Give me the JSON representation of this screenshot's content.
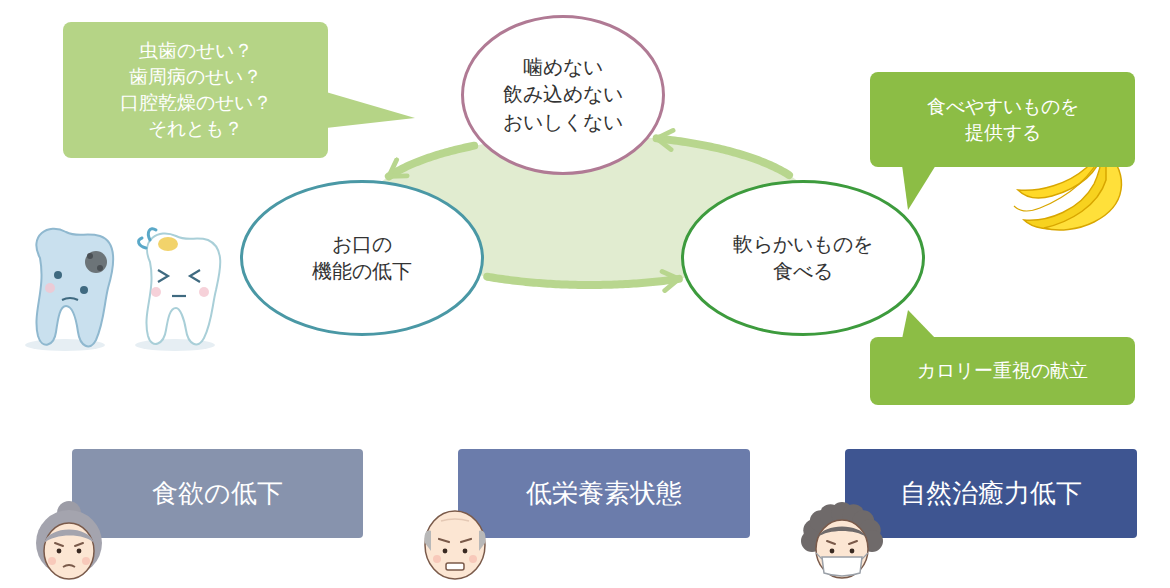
{
  "diagram": {
    "nodes": [
      {
        "text": [
          "虫歯のせい？ 歯周病のせい？ 口腔乾燥のせい？ それとも？"
        ]
      },
      {
        "text": [
          "噛めない 飲み込めない おいしくない"
        ]
      },
      {
        "text": [
          "食べやすいものを 提供する"
        ]
      },
      {
        "text": [
          "お口の 機能の低下"
        ]
      },
      {
        "text": [
          "軟らかいものを 食べる"
        ]
      },
      {
        "text": [
          "カロリー重視の献立"
        ]
      },
      {
        "text": [
          "食欲の低下"
        ]
      },
      {
        "text": [
          "低栄養素状態"
        ]
      },
      {
        "text": [
          "自然治癒力低下"
        ]
      }
    ],
    "edges": [
      {
        "from": 3,
        "to": 4,
        "arrow": "to"
      },
      {
        "from": 4,
        "to": 1,
        "arrow": "to"
      },
      {
        "from": 1,
        "to": 3,
        "arrow": "to"
      }
    ]
  }
}
